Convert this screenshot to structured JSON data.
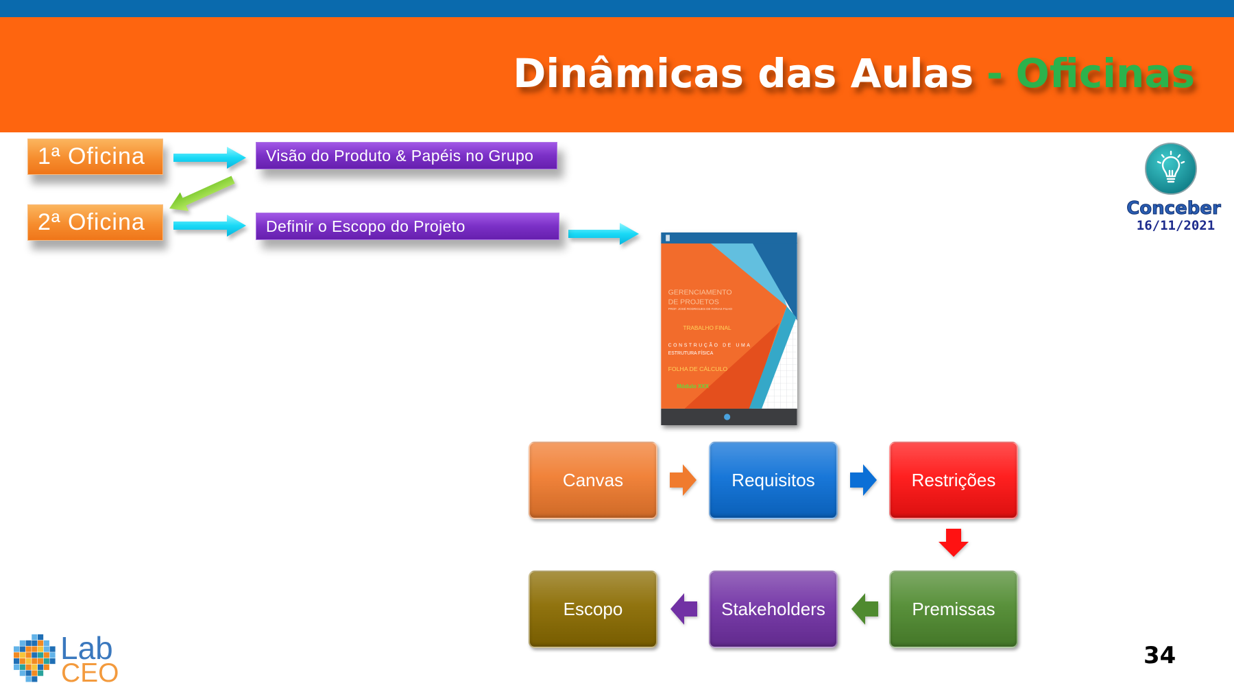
{
  "slide": {
    "title": {
      "main": "Dinâmicas das Aulas",
      "separator": "-",
      "accent": "Oficinas"
    },
    "page_number": "34"
  },
  "colors": {
    "top_bar": "#0a6aad",
    "header": "#fe650f",
    "title_accent": "#2cb24c"
  },
  "workshops": [
    {
      "label": "1ª Oficina",
      "topic": "Visão do Produto & Papéis no Grupo"
    },
    {
      "label": "2ª Oficina",
      "topic": "Definir o Escopo do Projeto"
    }
  ],
  "document": {
    "title": [
      "GERENCIAMENTO",
      "DE PROJETOS"
    ],
    "author": "PROF. JOSÉ RODRIGUES DE FARIAS FILHO",
    "kind": "TRABALHO FINAL",
    "subject": [
      "CONSTRUÇÃO DE UMA",
      "ESTRUTURA FÍSICA"
    ],
    "sheet": "FOLHA DE CÁLCULO",
    "module": "Módulo XXX"
  },
  "flow": {
    "steps": [
      {
        "label": "Canvas",
        "color": "#f07b2e"
      },
      {
        "label": "Requisitos",
        "color": "#0b6fd6"
      },
      {
        "label": "Restrições",
        "color": "#ff1212"
      },
      {
        "label": "Premissas",
        "color": "#4f8a2f"
      },
      {
        "label": "Stakeholders",
        "color": "#7131a4"
      },
      {
        "label": "Escopo",
        "color": "#8a6b00"
      }
    ]
  },
  "badge": {
    "icon": "lightbulb-icon",
    "name": "Conceber",
    "date": "16/11/2021"
  },
  "logo": {
    "part1": "Lab",
    "part2": "CEO",
    "colors": [
      "#3a78be",
      "#f39a3d"
    ]
  }
}
